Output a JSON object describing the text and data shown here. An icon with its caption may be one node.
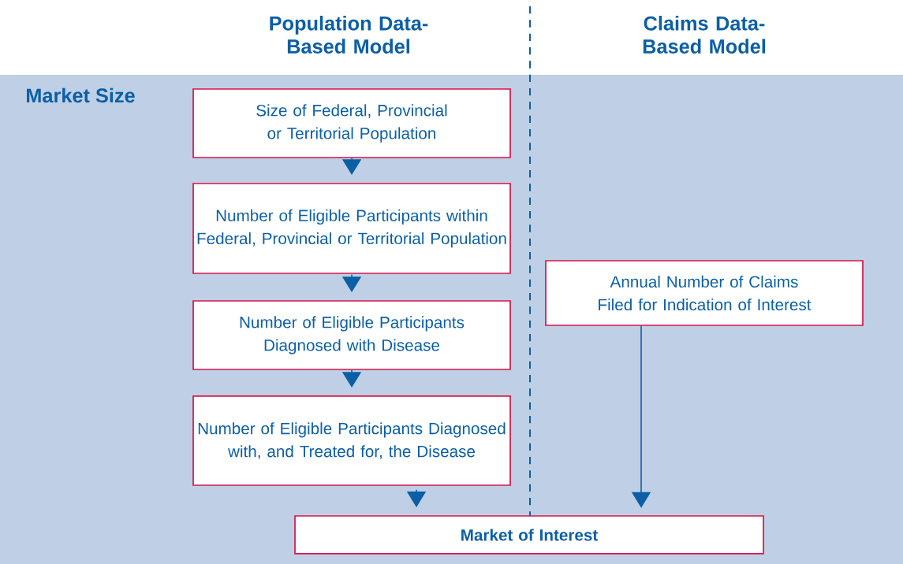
{
  "diagram": {
    "nodes": [
      {
        "text": [
          "Size of Federal, Provincial or Territorial Population"
        ]
      },
      {
        "text": [
          "Number of Eligible Participants within Federal, Provincial or Territorial Population"
        ]
      },
      {
        "text": [
          "Number of Eligible Participants Diagnosed with Disease"
        ]
      },
      {
        "text": [
          "Number of Eligible Participants Diagnosed with, and Treated for, the Disease"
        ]
      },
      {
        "text": [
          "Annual Number of Claims Filed for Indication of Interest"
        ]
      },
      {
        "text": [
          "Market of Interest"
        ]
      }
    ],
    "edges": [
      {
        "from": 0,
        "to": 1,
        "arrow": "to"
      },
      {
        "from": 1,
        "to": 2,
        "arrow": "to"
      },
      {
        "from": 2,
        "to": 3,
        "arrow": "to"
      },
      {
        "from": 3,
        "to": 5,
        "arrow": "to"
      },
      {
        "from": 4,
        "to": 5,
        "arrow": "to"
      }
    ],
    "labels": [
      "Population Data-Based Model",
      "Claims Data-Based Model",
      "Market Size"
    ]
  }
}
